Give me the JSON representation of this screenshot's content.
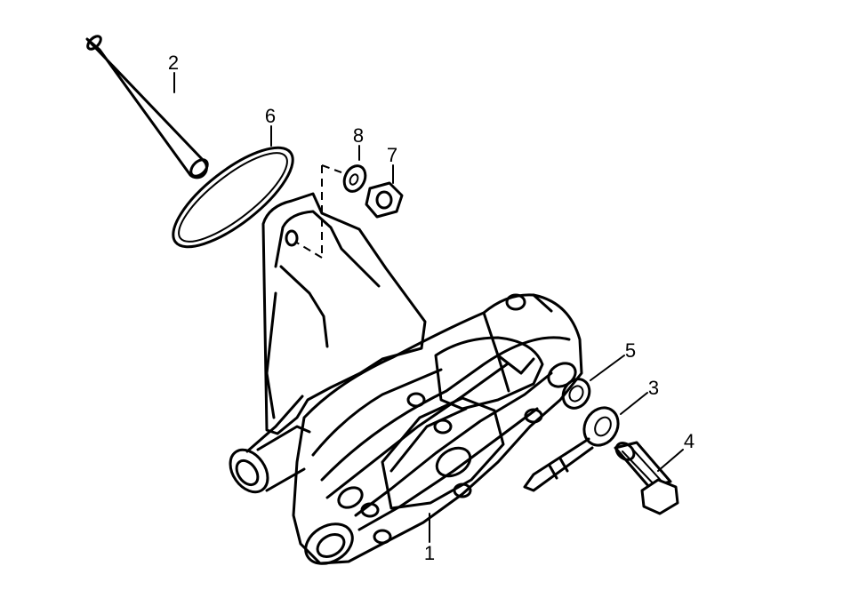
{
  "callouts": {
    "vacuum_pump": "1",
    "tube": "2",
    "banjo_fitting": "3",
    "banjo_bolt": "4",
    "seal_ring": "5",
    "o_ring": "6",
    "nut": "7",
    "washer": "8"
  },
  "colors": {
    "line": "#000000",
    "background": "#ffffff"
  }
}
